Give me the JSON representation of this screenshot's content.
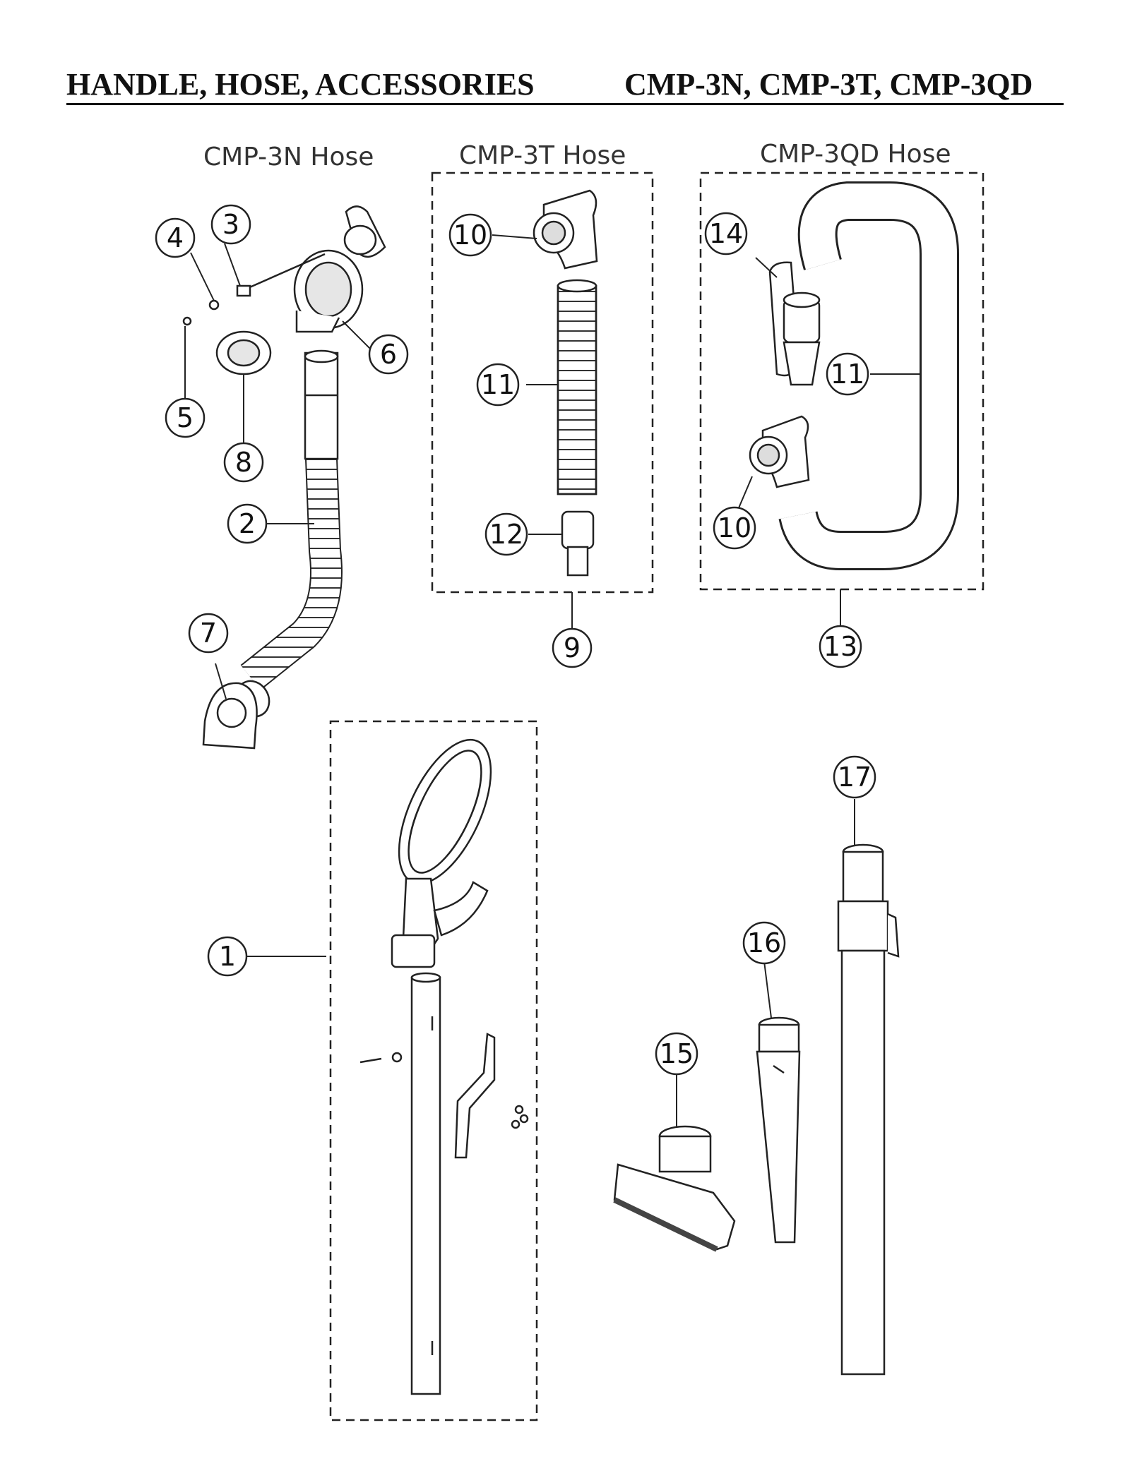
{
  "title": {
    "left": "HANDLE, HOSE,  ACCESSORIES",
    "right": "CMP-3N, CMP-3T, CMP-3QD"
  },
  "sections": {
    "cmp3n": "CMP-3N Hose",
    "cmp3t": "CMP-3T Hose",
    "cmp3qd": "CMP-3QD Hose"
  },
  "callouts": {
    "c1": "1",
    "c2": "2",
    "c3": "3",
    "c4": "4",
    "c5": "5",
    "c6": "6",
    "c7": "7",
    "c8": "8",
    "c9": "9",
    "c10a": "10",
    "c10b": "10",
    "c11a": "11",
    "c11b": "11",
    "c12": "12",
    "c13": "13",
    "c14": "14",
    "c15": "15",
    "c16": "16",
    "c17": "17"
  },
  "colors": {
    "line": "#222222",
    "fill": "#ffffff",
    "shade": "#d9d9d9",
    "dark": "#555555"
  }
}
